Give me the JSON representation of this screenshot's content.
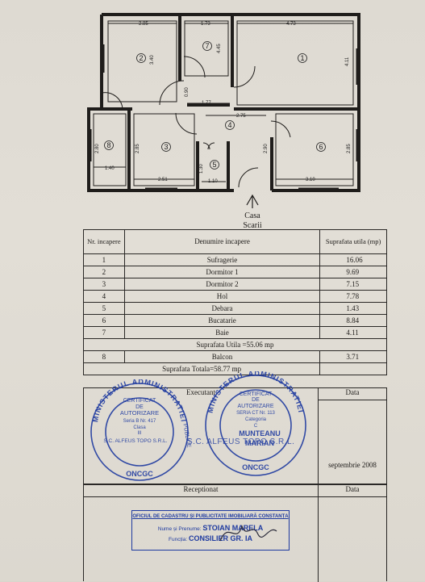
{
  "plan": {
    "dimensions": [
      "2.85",
      "1.73",
      "4.73",
      "3.40",
      "4.45",
      "4.11",
      "0.90",
      "1.77",
      "2.75",
      "2.80",
      "2.85",
      "2.90",
      "2.85",
      "1.40",
      "2.51",
      "1.30",
      "1.10",
      "3.10"
    ],
    "room_numbers": [
      "1",
      "2",
      "3",
      "4",
      "5",
      "6",
      "7",
      "8"
    ],
    "entrance_label_1": "Casa",
    "entrance_label_2": "Scarii"
  },
  "table": {
    "header_nr": "Nr. incapere",
    "header_name": "Denumire incapere",
    "header_area": "Suprafata utila (mp)",
    "rows": [
      {
        "nr": "1",
        "name": "Sufragerie",
        "area": "16.06"
      },
      {
        "nr": "2",
        "name": "Dormitor 1",
        "area": "9.69"
      },
      {
        "nr": "3",
        "name": "Dormitor 2",
        "area": "7.15"
      },
      {
        "nr": "4",
        "name": "Hol",
        "area": "7.78"
      },
      {
        "nr": "5",
        "name": "Debara",
        "area": "1.43"
      },
      {
        "nr": "6",
        "name": "Bucatarie",
        "area": "8.84"
      },
      {
        "nr": "7",
        "name": "Baie",
        "area": "4.11"
      }
    ],
    "useful_area": "Suprafata Utila =55.06 mp",
    "balcony": {
      "nr": "8",
      "name": "Balcon",
      "area": "3.71"
    },
    "total_area": "Suprafata Totala=58.77 mp"
  },
  "footer": {
    "executant": "Executant",
    "data_label": "Data",
    "date": "septembrie 2008",
    "receptionat": "Receptionat",
    "data_label_2": "Data"
  },
  "stamp_left": {
    "ring_top": "MINISTERUL ADMINISTRATIEI",
    "ring_side": "PUBLICE",
    "line1": "CERTIFICAT",
    "line2": "DE",
    "line3": "AUTORIZARE",
    "line4": "Seria B Nr. 417",
    "line5": "Clasa",
    "line6": "III",
    "line7": "S.C. ALFEUS TOPO S.R.L.",
    "bottom": "ONCGC"
  },
  "stamp_right": {
    "ring_top": "MINISTERUL ADMINISTRATIEI",
    "line1": "CERTIFICAT",
    "line2": "DE",
    "line3": "AUTORIZARE",
    "line4": "SERIA CT Nr. 113",
    "line5": "Categoria",
    "line6": "C",
    "line7": "MUNTEANU",
    "line8": "MARIAN",
    "bottom": "ONCGC"
  },
  "overlap_text": "S.C. ALFEUS TOPO S.R.L.",
  "office_stamp": {
    "line1": "OFICIUL DE CADASTRU ȘI PUBLICITATE IMOBILIARĂ CONSTANȚA",
    "line2_label": "Nume și Prenume:",
    "line2_value": "STOIAN MARELA",
    "line3_label": "Funcția:",
    "line3_value": "CONSILIER GR. IA"
  },
  "colors": {
    "ink": "#1d1b19",
    "stamp_blue": "#1e3aa0",
    "paper": "#dedad2"
  }
}
